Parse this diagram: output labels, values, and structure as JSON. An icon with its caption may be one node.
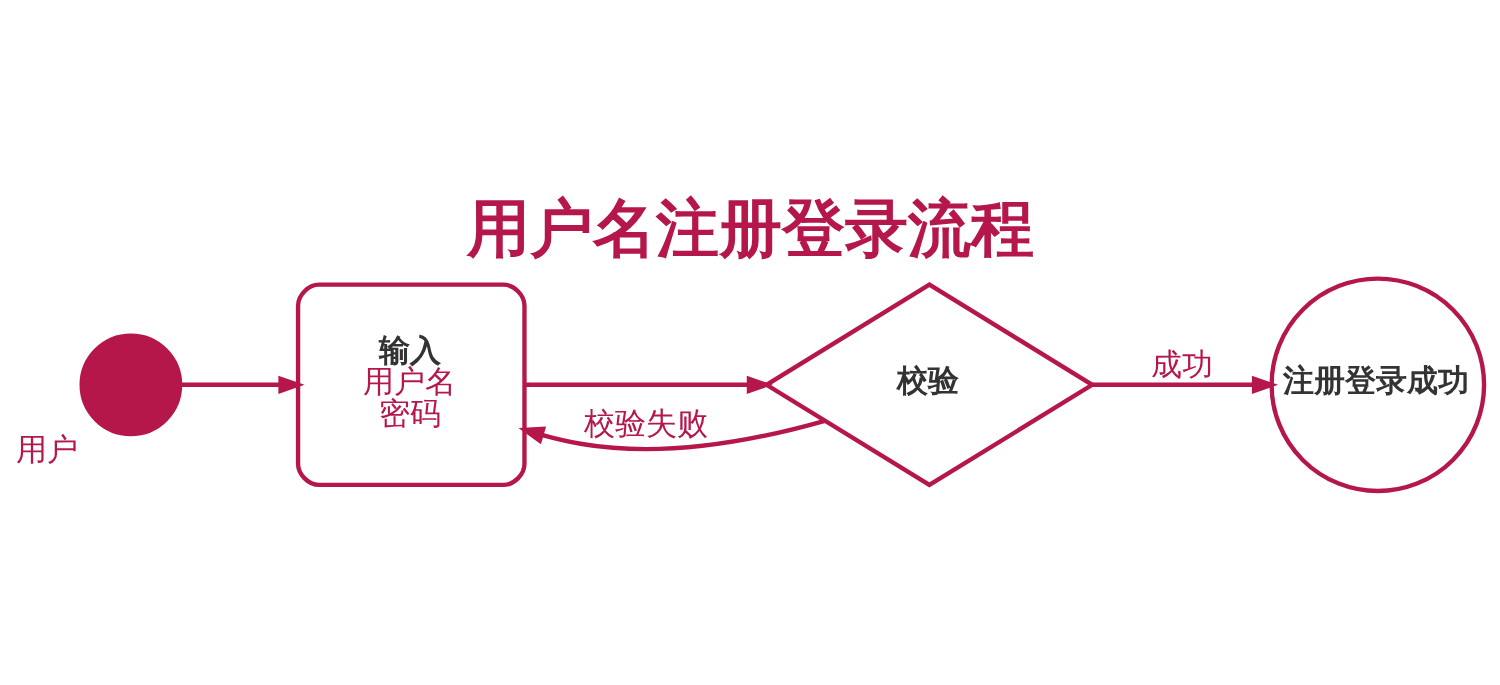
{
  "diagram": {
    "title": "用户名注册登录流程",
    "nodes": [
      {
        "text": [],
        "shape": "person",
        "beside": [
          "用户"
        ]
      },
      {
        "text": [
          "输入",
          "用户名",
          "密码"
        ]
      },
      {
        "text": [
          "校验"
        ]
      },
      {
        "text": [
          "注册登录成功"
        ]
      }
    ],
    "edges": [
      {
        "from": 0,
        "to": 1,
        "arrow": "to"
      },
      {
        "from": 1,
        "to": 2,
        "arrow": "to"
      },
      {
        "from": 2,
        "to": 3,
        "arrow": "to",
        "label": "成功"
      },
      {
        "from": 2,
        "to": 1,
        "arrow": "to",
        "label": "校验失败"
      }
    ]
  }
}
